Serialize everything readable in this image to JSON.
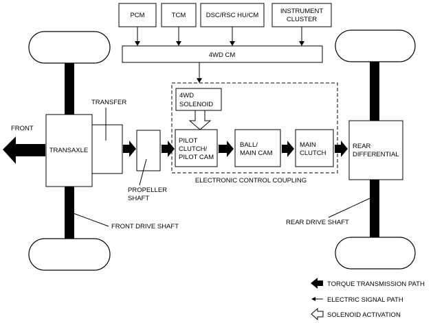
{
  "inputs": {
    "pcm": "PCM",
    "tcm": "TCM",
    "dsc": "DSC/RSC HU/CM",
    "cluster_line1": "INSTRUMENT",
    "cluster_line2": "CLUSTER"
  },
  "cm": "4WD CM",
  "coupling": {
    "solenoid_line1": "4WD",
    "solenoid_line2": "SOLENOID",
    "pilot_line1": "PILOT",
    "pilot_line2": "CLUTCH/",
    "pilot_line3": "PILOT CAM",
    "ball_line1": "BALL/",
    "ball_line2": "MAIN CAM",
    "main_line1": "MAIN",
    "main_line2": "CLUTCH",
    "caption": "ELECTRONIC CONTROL COUPLING"
  },
  "drivetrain": {
    "front": "FRONT",
    "transaxle": "TRANSAXLE",
    "transfer": "TRANSFER",
    "propeller_line1": "PROPELLER",
    "propeller_line2": "SHAFT",
    "rear_diff_line1": "REAR",
    "rear_diff_line2": "DIFFERENTIAL",
    "front_drive_shaft": "FRONT DRIVE SHAFT",
    "rear_drive_shaft": "REAR DRIVE SHAFT"
  },
  "legend": {
    "torque": "TORQUE TRANSMISSION PATH",
    "signal": "ELECTRIC SIGNAL PATH",
    "solenoid": "SOLENOID ACTIVATION"
  }
}
